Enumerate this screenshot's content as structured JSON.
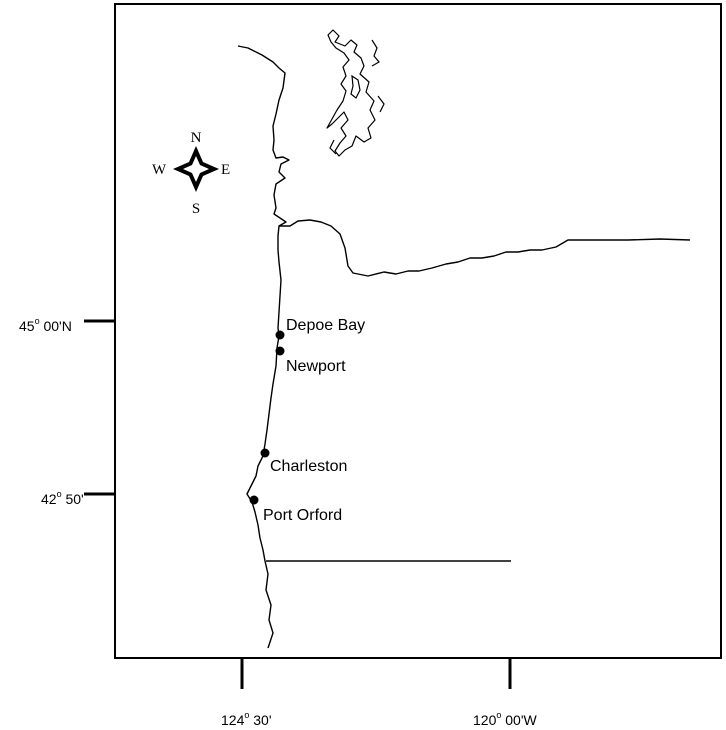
{
  "compass": {
    "n": "N",
    "s": "S",
    "e": "E",
    "w": "W"
  },
  "lat_ticks": [
    {
      "deg": "45",
      "min": " 00'N"
    },
    {
      "deg": "42",
      "min": " 50'"
    }
  ],
  "lon_ticks": [
    {
      "deg": "124",
      "min": " 30'"
    },
    {
      "deg": "120",
      "min": " 00'W"
    }
  ],
  "degree_symbol": "o",
  "sites": [
    {
      "name": "Depoe Bay"
    },
    {
      "name": "Newport"
    },
    {
      "name": "Charleston"
    },
    {
      "name": "Port Orford"
    }
  ]
}
